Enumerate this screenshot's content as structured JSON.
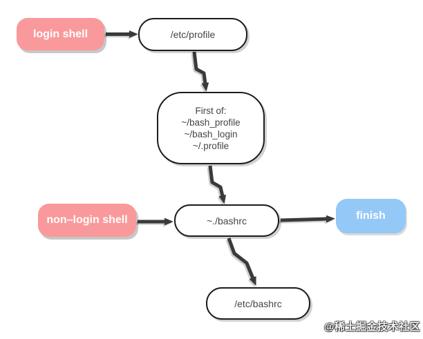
{
  "nodes": {
    "login": {
      "label": "login shell"
    },
    "profile": {
      "label": "/etc/profile"
    },
    "firstof": {
      "line1": "First of:",
      "line2": "~/bash_profile",
      "line3": "~/bash_login",
      "line4": "~/.profile"
    },
    "nonlogin": {
      "label": "non–login shell"
    },
    "bashrc": {
      "label": "~./bashrc"
    },
    "finish": {
      "label": "finish"
    },
    "etcbashrc": {
      "label": "/etc/bashrc"
    }
  },
  "edges": [
    {
      "from": "login shell",
      "to": "/etc/profile"
    },
    {
      "from": "/etc/profile",
      "to": "First of: ~/bash_profile ~/bash_login ~/.profile"
    },
    {
      "from": "First of: ~/bash_profile ~/bash_login ~/.profile",
      "to": "~./bashrc"
    },
    {
      "from": "non–login shell",
      "to": "~./bashrc"
    },
    {
      "from": "~./bashrc",
      "to": "finish"
    },
    {
      "from": "~./bashrc",
      "to": "/etc/bashrc"
    }
  ],
  "colors": {
    "pink_node": "#F9999B",
    "blue_node": "#93C8F7",
    "white_node": "#FFFFFF",
    "node_border": "#1B1B1B",
    "node_text": "#444444",
    "edge_stroke": "#3A3A3A",
    "background": "#FFFFFF"
  },
  "watermark": {
    "text": "@稀土掘金技术社区"
  }
}
